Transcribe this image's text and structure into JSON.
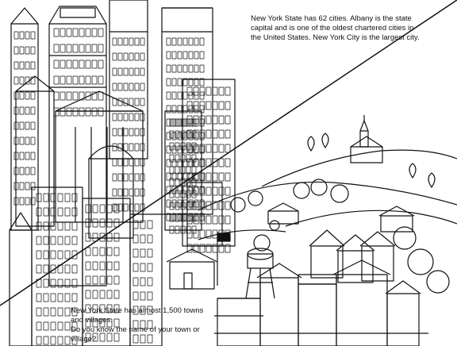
{
  "cities_panel": {
    "caption": "New York State has 62 cities. Albany is the state capital and is one of the oldest chartered cities in the United States. New York City is the largest city."
  },
  "towns_panel": {
    "caption_line1": "New York State has almost 1,500 towns and villages.",
    "caption_line2": "Do you know the name of your town or village?"
  }
}
